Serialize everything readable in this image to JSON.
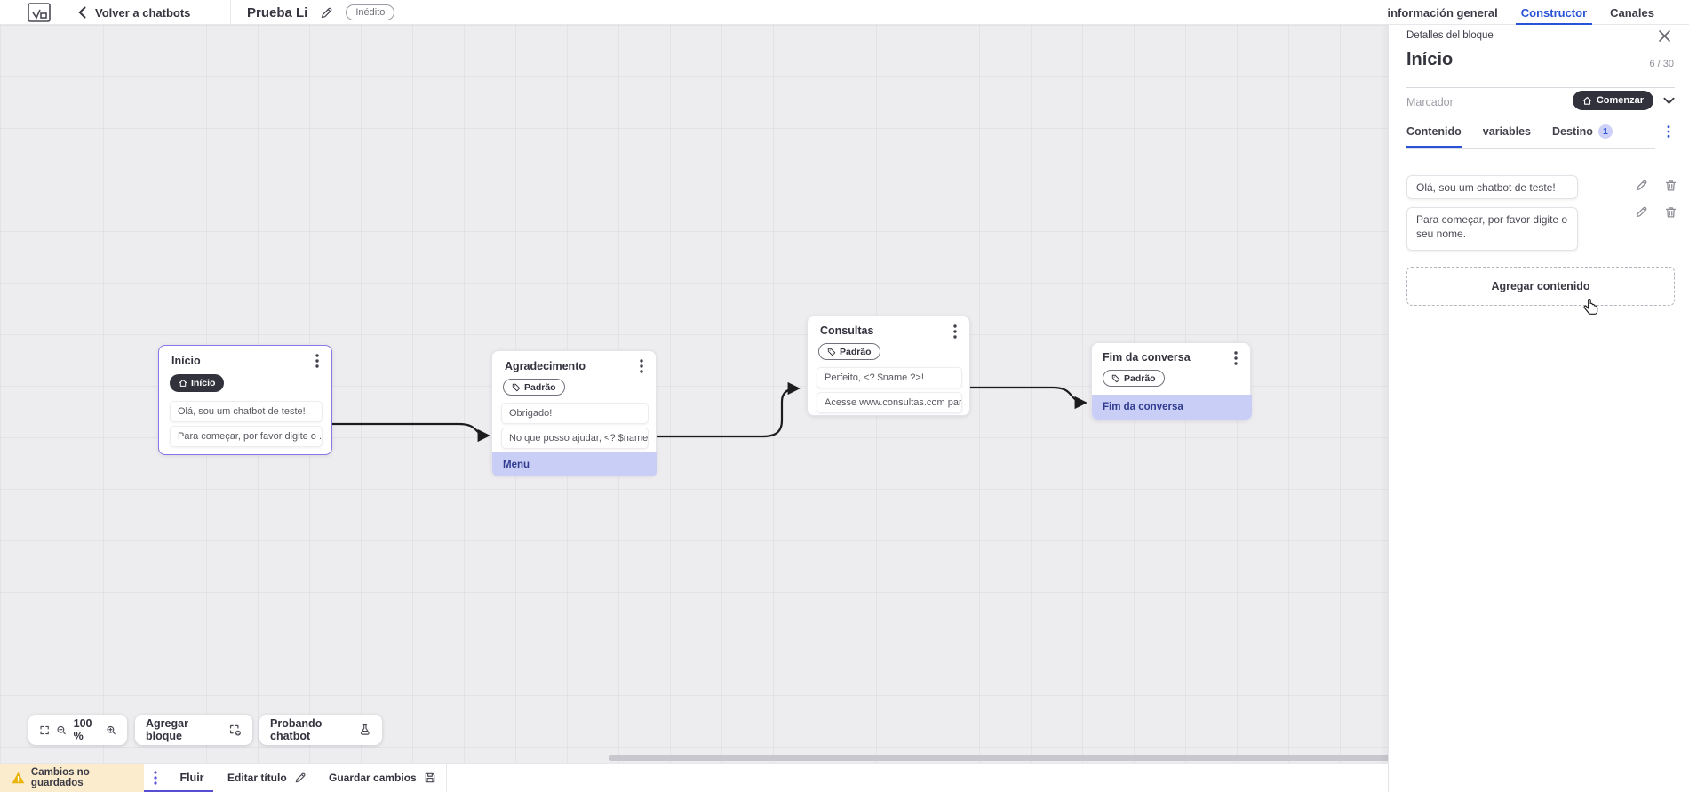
{
  "colors": {
    "accent_blue": "#2953d6",
    "accent_purple": "#584ed2",
    "selection_purple": "#8678e9",
    "lavender_row": "#c9cef6",
    "dark_pill": "#32323c",
    "warning_bg": "#fbeccd",
    "warning_icon": "#eab308",
    "canvas_bg": "#ededef",
    "wire_color": "#1c1c1f"
  },
  "header": {
    "back_label": "Volver a chatbots",
    "title": "Prueba Li",
    "status_badge": "Inédito",
    "tabs": [
      {
        "label": "información general",
        "active": false
      },
      {
        "label": "Constructor",
        "active": true
      },
      {
        "label": "Canales",
        "active": false
      }
    ]
  },
  "canvas": {
    "blocks": [
      {
        "title": "Início",
        "badge": "Início",
        "badge_kind": "start",
        "selected": true,
        "items": [
          {
            "text": "Olá, sou um chatbot de teste!",
            "kind": "message"
          },
          {
            "text": "Para começar, por favor digite o ...",
            "kind": "message"
          }
        ]
      },
      {
        "title": "Agradecimento",
        "badge": "Padrão",
        "badge_kind": "tag",
        "selected": false,
        "items": [
          {
            "text": "Obrigado!",
            "kind": "message"
          },
          {
            "text": "No que posso ajudar, <? $name ...",
            "kind": "message"
          },
          {
            "text": "Menu",
            "kind": "action"
          }
        ]
      },
      {
        "title": "Consultas",
        "badge": "Padrão",
        "badge_kind": "tag",
        "selected": false,
        "items": [
          {
            "text": "Perfeito, <? $name ?>!",
            "kind": "message"
          },
          {
            "text": "Acesse www.consultas.com par...",
            "kind": "message"
          }
        ]
      },
      {
        "title": "Fim da conversa",
        "badge": "Padrão",
        "badge_kind": "tag",
        "selected": false,
        "items": [
          {
            "text": "Fim da conversa",
            "kind": "action"
          }
        ]
      }
    ],
    "toolbar": {
      "zoom_level": "100 %",
      "add_block_label": "Agregar bloque",
      "test_chatbot_label": "Probando chatbot"
    }
  },
  "panel": {
    "header": "Detalles del bloque",
    "block_name": "Início",
    "counter": "6 / 30",
    "marker_label": "Marcador",
    "marker_value": "Comenzar",
    "tabs": [
      {
        "label": "Contenido",
        "active": true
      },
      {
        "label": "variables",
        "active": false
      },
      {
        "label": "Destino",
        "active": false,
        "badge": "1"
      }
    ],
    "contents": [
      {
        "text": "Olá, sou um chatbot de teste!"
      },
      {
        "text": "Para começar, por favor digite o seu nome."
      }
    ],
    "add_content_label": "Agregar contenido"
  },
  "footer": {
    "unsaved_label": "Cambios no guardados",
    "flow_tab_label": "Fluir",
    "edit_title_label": "Editar título",
    "save_label": "Guardar cambios"
  }
}
